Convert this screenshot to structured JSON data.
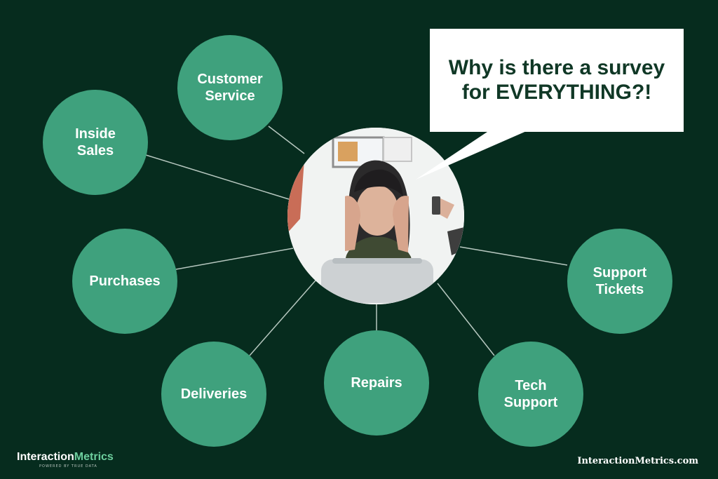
{
  "bubble": {
    "text": "Why is there a survey\nfor EVERYTHING?!"
  },
  "nodes": [
    {
      "label": "Customer\nService"
    },
    {
      "label": "Inside\nSales"
    },
    {
      "label": "Purchases"
    },
    {
      "label": "Deliveries"
    },
    {
      "label": "Repairs"
    },
    {
      "label": "Tech\nSupport"
    },
    {
      "label": "Support\nTickets"
    }
  ],
  "branding": {
    "logo_main": "Interaction",
    "logo_accent": "Metrics",
    "logo_tagline": "Powered by True Data",
    "site": "InteractionMetrics.com"
  },
  "colors": {
    "background": "#062c1e",
    "node": "#3fa17d",
    "line": "#b6c7bf",
    "bubble": "#ffffff",
    "bubble_text": "#103826"
  }
}
